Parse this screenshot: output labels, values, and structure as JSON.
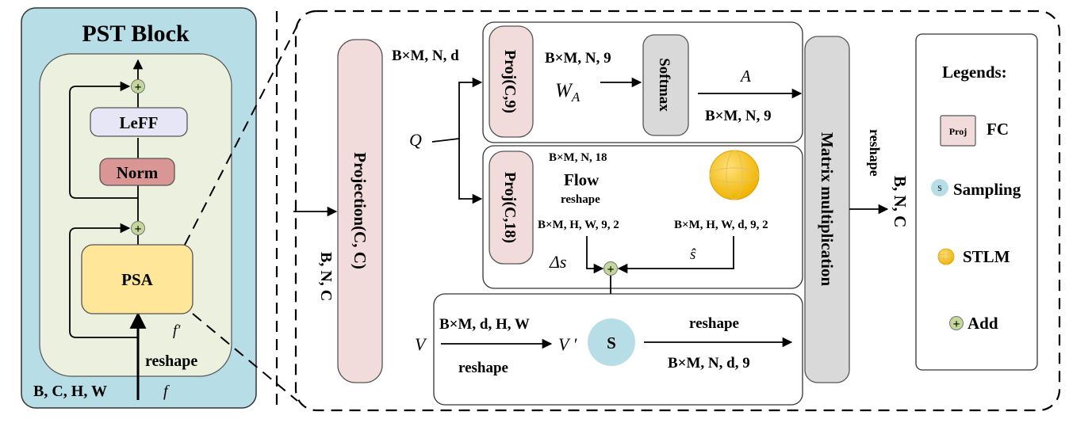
{
  "colors": {
    "pst_bg": "#b7dde7",
    "inner_bg": "#ebf1de",
    "leff": "#e7e6f7",
    "norm": "#d99694",
    "psa": "#ffe699",
    "proj": "#f2dcdb",
    "softmax": "#d9d9d9",
    "matrix": "#d9d9d9",
    "sampling": "#b7dde7",
    "add": "#c3d69b",
    "sphere": "#ffc000"
  },
  "pst_block": {
    "title": "PST Block",
    "leff": "LeFF",
    "norm": "Norm",
    "psa": "PSA",
    "f_prime": "f′",
    "reshape": "reshape",
    "input_dims": "B, C, H, W",
    "f": "f"
  },
  "detail": {
    "input_dims": "B, N, C",
    "projection": "Projection(C, C)",
    "q_dims": "B×M, N, d",
    "q": "Q",
    "proj_c9": "Proj(C,9)",
    "wa_dims": "B×M, N, 9",
    "wa_main": "W",
    "wa_sub": "A",
    "softmax": "Softmax",
    "a": "A",
    "a_dims": "B×M, N, 9",
    "proj_c18": "Proj(C,18)",
    "flow_dims": "B×M, N, 18",
    "flow": "Flow",
    "flow_reshape": "reshape",
    "flow_out_dims": "B×M, H, W, 9, 2",
    "stlm_out_dims": "B×M, H, W, d, 9, 2",
    "delta_s": "Δs",
    "s_hat": "ŝ",
    "v": "V",
    "v_dims": "B×M, d, H, W",
    "v_reshape": "reshape",
    "v_prime": "V ′",
    "s_node": "S",
    "s_reshape": "reshape",
    "s_out_dims": "B×M, N, d, 9",
    "matrix_mult": "Matrix multiplication",
    "out_reshape": "reshape",
    "out_dims": "B, N, C"
  },
  "legend": {
    "title": "Legends:",
    "proj_icon": "Proj",
    "fc": "FC",
    "s_icon": "S",
    "sampling": "Sampling",
    "stlm": "STLM",
    "add_icon": "+",
    "add": "Add"
  }
}
